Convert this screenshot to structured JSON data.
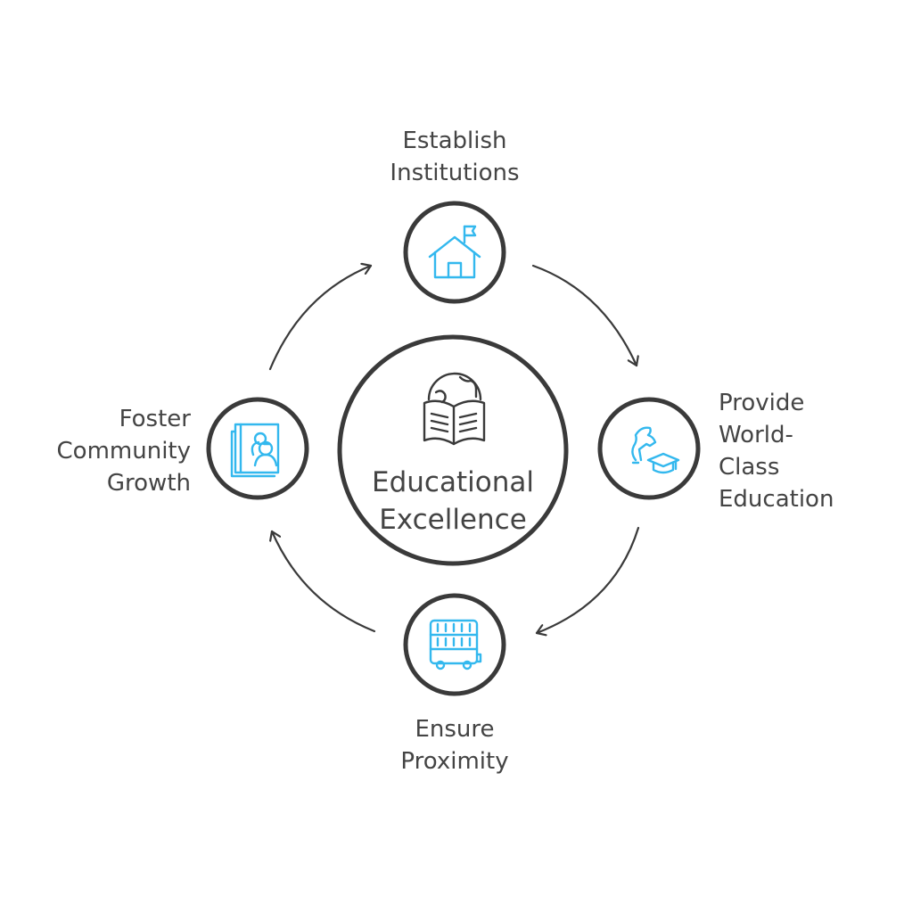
{
  "colors": {
    "stroke": "#3a3a3a",
    "accent": "#33b8ee",
    "text": "#444444",
    "background": "#ffffff"
  },
  "center": {
    "icon": "globe-open-book-icon",
    "title_line1": "Educational",
    "title_line2": "Excellence"
  },
  "nodes": {
    "top": {
      "icon": "school-house-flag-icon",
      "line1": "Establish",
      "line2": "Institutions"
    },
    "right": {
      "icon": "person-graduation-cap-icon",
      "line1": "Provide",
      "line2": "World-",
      "line3": "Class",
      "line4": "Education"
    },
    "bottom": {
      "icon": "school-bus-icon",
      "line1": "Ensure",
      "line2": "Proximity"
    },
    "left": {
      "icon": "community-book-icon",
      "line1": "Foster",
      "line2": "Community",
      "line3": "Growth"
    }
  }
}
